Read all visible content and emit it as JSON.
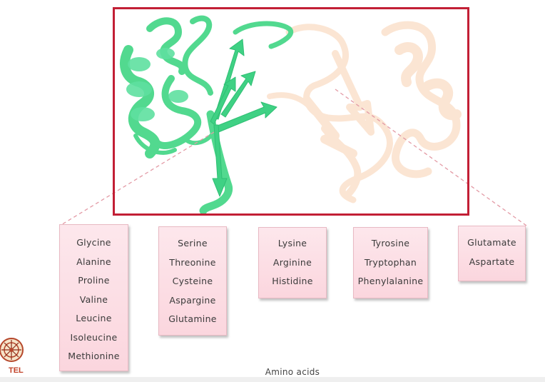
{
  "groups": [
    {
      "items": [
        "Glycine",
        "Alanine",
        "Proline",
        "Valine",
        "Leucine",
        "Isoleucine",
        "Methionine"
      ]
    },
    {
      "items": [
        "Serine",
        "Threonine",
        "Cysteine",
        "Aspargine",
        "Glutamine"
      ]
    },
    {
      "items": [
        "Lysine",
        "Arginine",
        "Histidine"
      ]
    },
    {
      "items": [
        "Tyrosine",
        "Tryptophan",
        "Phenylalanine"
      ]
    },
    {
      "items": [
        "Glutamate",
        "Aspartate"
      ]
    }
  ],
  "caption": "Amino acids",
  "logo_text": "TEL",
  "colors": {
    "frame": "#c21f35",
    "protein_left": "#4fd98f",
    "protein_right": "#fbe3cf",
    "box_fill": "#fbdde4",
    "zoom_lines": "#e39aa5"
  }
}
